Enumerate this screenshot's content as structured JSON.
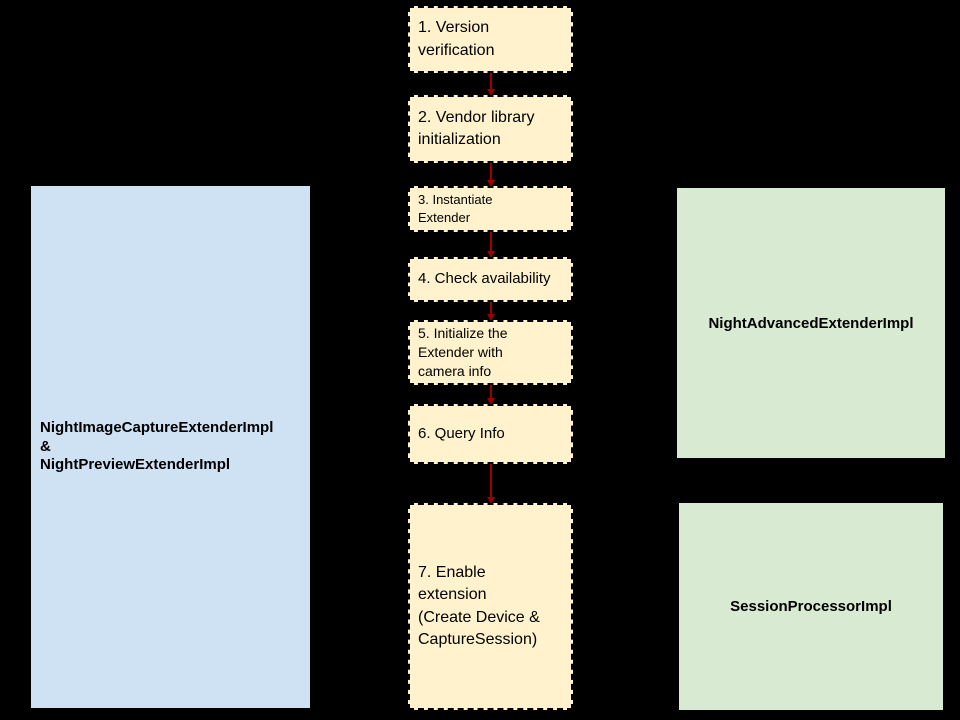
{
  "diagram": {
    "background": "#000000",
    "left_panel": {
      "label": "NightImageCaptureExtenderImpl\n&\nNightPreviewExtenderImpl"
    },
    "steps": [
      {
        "label": "1. Version\nverification"
      },
      {
        "label": "2. Vendor library\ninitialization"
      },
      {
        "label": "3. Instantiate\nExtender"
      },
      {
        "label": "4. Check availability"
      },
      {
        "label": "5. Initialize the\nExtender with\ncamera info"
      },
      {
        "label": "6. Query Info"
      },
      {
        "label": "7. Enable\nextension\n(Create Device &\nCaptureSession)"
      }
    ],
    "right_panels": [
      {
        "label": "NightAdvancedExtenderImpl"
      },
      {
        "label": "SessionProcessorImpl"
      }
    ]
  },
  "colors": {
    "bg": "#000000",
    "step_fill": "#fff2cc",
    "step_border": "#000000",
    "left_fill": "#cfe2f3",
    "right_fill": "#d9ead3",
    "arrow": "#990000",
    "text": "#000000"
  }
}
